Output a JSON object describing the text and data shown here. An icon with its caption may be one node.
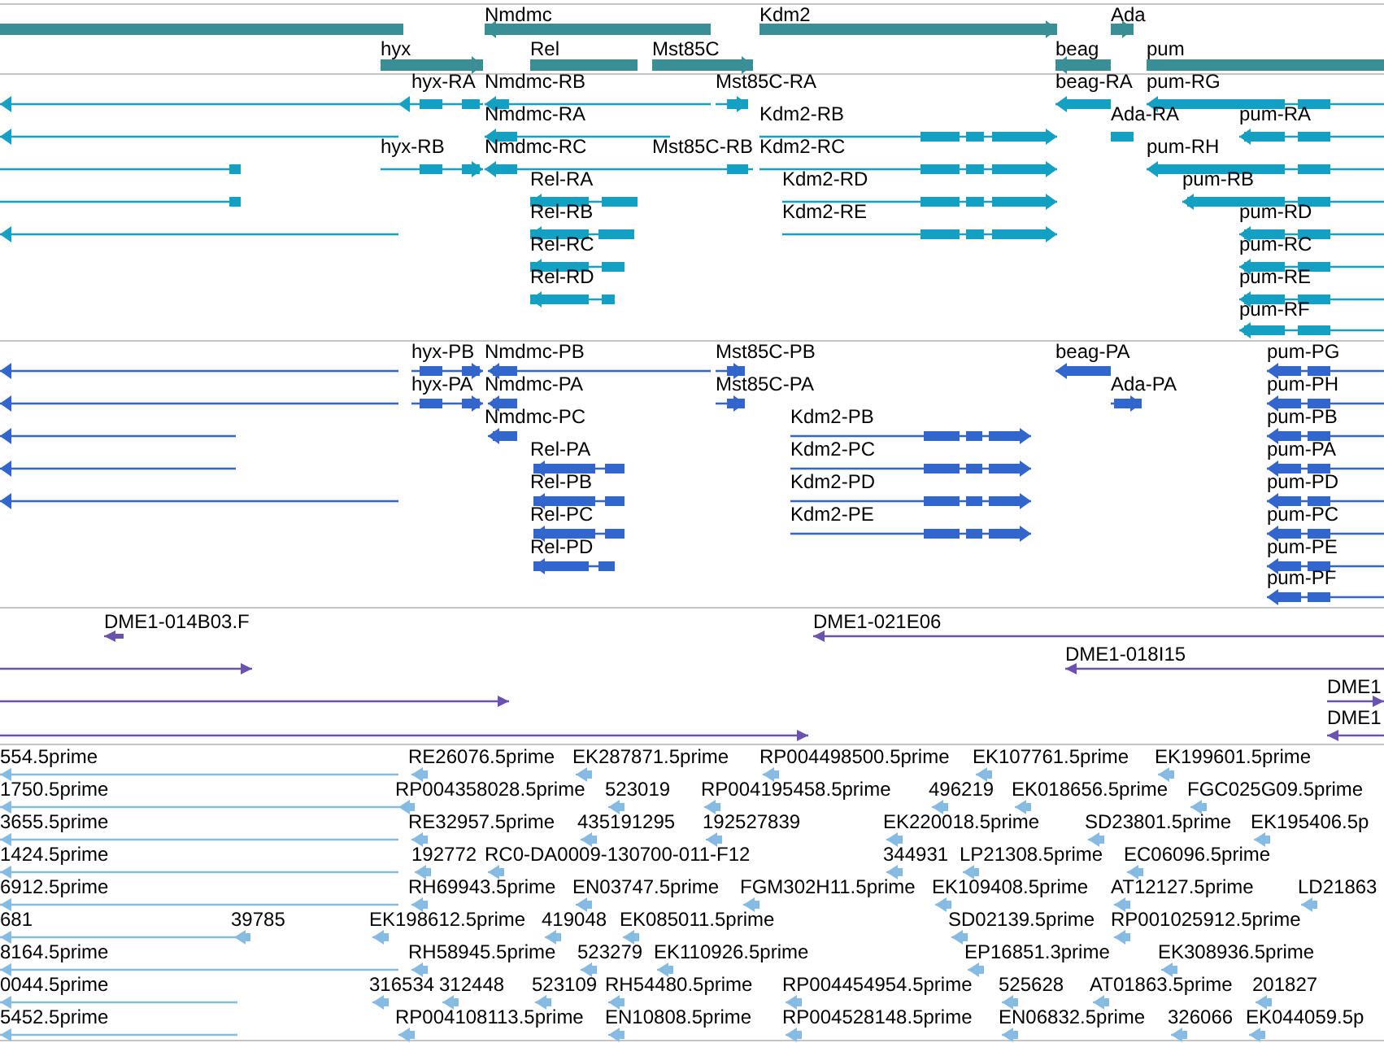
{
  "diagram": {
    "labels": [
      "Nmdmc",
      "Kdm2",
      "Ada",
      "hyx",
      "Rel",
      "Mst85C",
      "beag",
      "pum",
      "hyx-RA",
      "Nmdmc-RB",
      "Mst85C-RA",
      "beag-RA",
      "pum-RG",
      "Nmdmc-RA",
      "Kdm2-RB",
      "Ada-RA",
      "pum-RA",
      "hyx-RB",
      "Nmdmc-RC",
      "Mst85C-RB",
      "Kdm2-RC",
      "pum-RH",
      "Rel-RA",
      "Kdm2-RD",
      "pum-RB",
      "Rel-RB",
      "Kdm2-RE",
      "pum-RD",
      "Rel-RC",
      "pum-RC",
      "Rel-RD",
      "pum-RE",
      "pum-RF",
      "hyx-PB",
      "Nmdmc-PB",
      "Mst85C-PB",
      "beag-PA",
      "pum-PG",
      "hyx-PA",
      "Nmdmc-PA",
      "Mst85C-PA",
      "Ada-PA",
      "pum-PH",
      "Nmdmc-PC",
      "Kdm2-PB",
      "pum-PB",
      "Rel-PA",
      "Kdm2-PC",
      "pum-PA",
      "Rel-PB",
      "Kdm2-PD",
      "pum-PD",
      "Rel-PC",
      "Kdm2-PE",
      "pum-PC",
      "Rel-PD",
      "pum-PE",
      "pum-PF",
      "DME1-014B03.F",
      "DME1-021E06",
      "DME1-018I15",
      "DME1",
      "DME1",
      "554.5prime",
      "RE26076.5prime",
      "EK287871.5prime",
      "RP004498500.5prime",
      "EK107761.5prime",
      "EK199601.5prime",
      "1750.5prime",
      "RP004358028.5prime",
      "523019",
      "RP004195458.5prime",
      "496219",
      "EK018656.5prime",
      "FGC025G09.5prime",
      "3655.5prime",
      "RE32957.5prime",
      "435191295",
      "192527839",
      "EK220018.5prime",
      "SD23801.5prime",
      "EK195406.5p",
      "1424.5prime",
      "192772",
      "RC0-DA0009-130700-011-F12",
      "344931",
      "LP21308.5prime",
      "EC06096.5prime",
      "6912.5prime",
      "RH69943.5prime",
      "EN03747.5prime",
      "FGM302H11.5prime",
      "EK109408.5prime",
      "AT12127.5prime",
      "LD21863",
      "681",
      "39785",
      "EK198612.5prime",
      "419048",
      "EK085011.5prime",
      "SD02139.5prime",
      "RP001025912.5prime",
      "8164.5prime",
      "RH58945.5prime",
      "523279",
      "EK110926.5prime",
      "EP16851.3prime",
      "EK308936.5prime",
      "0044.5prime",
      "316534",
      "312448",
      "523109",
      "RH54480.5prime",
      "RP004454954.5prime",
      "525628",
      "AT01863.5prime",
      "201827",
      "5452.5prime",
      "RP004108113.5prime",
      "EN10808.5prime",
      "RP004528148.5prime",
      "EN06832.5prime",
      "326066",
      "EK044059.5p"
    ]
  }
}
